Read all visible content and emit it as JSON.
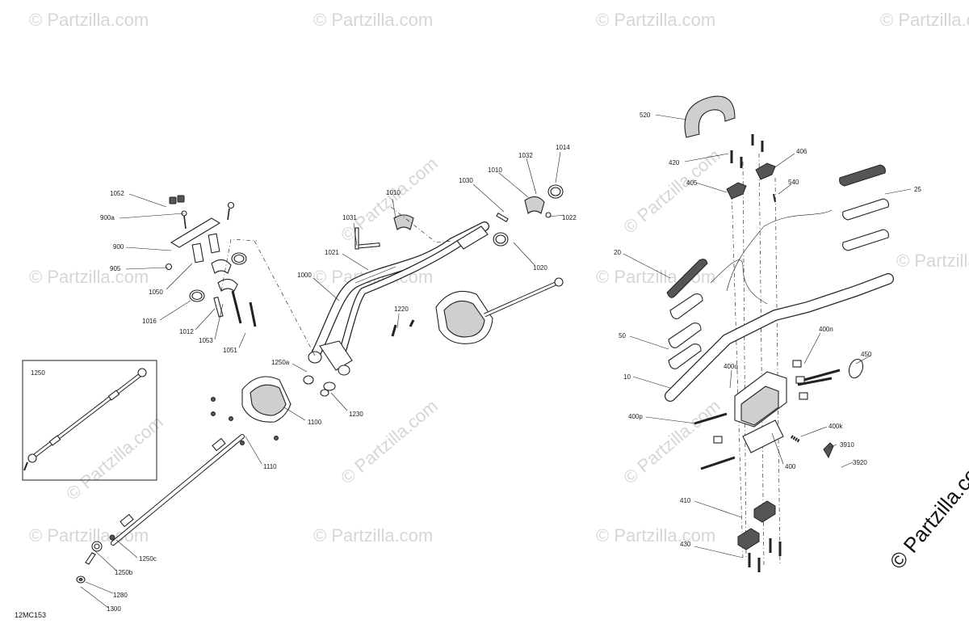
{
  "watermark": {
    "text": "© Partzilla.com",
    "corner_text": "© Partzilla.com"
  },
  "diagram_code": "12MC153",
  "inset_label": "1250",
  "callouts": [
    {
      "id": "1052",
      "label": "1052"
    },
    {
      "id": "900a",
      "label": "900a"
    },
    {
      "id": "900",
      "label": "900"
    },
    {
      "id": "905",
      "label": "905"
    },
    {
      "id": "1050",
      "label": "1050"
    },
    {
      "id": "1016",
      "label": "1016"
    },
    {
      "id": "1012",
      "label": "1012"
    },
    {
      "id": "1053",
      "label": "1053"
    },
    {
      "id": "1051",
      "label": "1051"
    },
    {
      "id": "1000",
      "label": "1000"
    },
    {
      "id": "1031",
      "label": "1031"
    },
    {
      "id": "1021",
      "label": "1021"
    },
    {
      "id": "1010a",
      "label": "1010"
    },
    {
      "id": "1030",
      "label": "1030"
    },
    {
      "id": "1010b",
      "label": "1010"
    },
    {
      "id": "1032",
      "label": "1032"
    },
    {
      "id": "1014",
      "label": "1014"
    },
    {
      "id": "1022",
      "label": "1022"
    },
    {
      "id": "1020",
      "label": "1020"
    },
    {
      "id": "1220",
      "label": "1220"
    },
    {
      "id": "1250a",
      "label": "1250a"
    },
    {
      "id": "1230",
      "label": "1230"
    },
    {
      "id": "1100",
      "label": "1100"
    },
    {
      "id": "1110",
      "label": "1110"
    },
    {
      "id": "1250c",
      "label": "1250c"
    },
    {
      "id": "1250b",
      "label": "1250b"
    },
    {
      "id": "1280",
      "label": "1280"
    },
    {
      "id": "1300",
      "label": "1300"
    },
    {
      "id": "520",
      "label": "520"
    },
    {
      "id": "420",
      "label": "420"
    },
    {
      "id": "406",
      "label": "406"
    },
    {
      "id": "405",
      "label": "405"
    },
    {
      "id": "540",
      "label": "540"
    },
    {
      "id": "25",
      "label": "25"
    },
    {
      "id": "20",
      "label": "20"
    },
    {
      "id": "50",
      "label": "50"
    },
    {
      "id": "10",
      "label": "10"
    },
    {
      "id": "400n",
      "label": "400n"
    },
    {
      "id": "450",
      "label": "450"
    },
    {
      "id": "400q",
      "label": "400q"
    },
    {
      "id": "400p",
      "label": "400p"
    },
    {
      "id": "400k",
      "label": "400k"
    },
    {
      "id": "3910",
      "label": "3910"
    },
    {
      "id": "3920",
      "label": "3920"
    },
    {
      "id": "400",
      "label": "400"
    },
    {
      "id": "410",
      "label": "410"
    },
    {
      "id": "430",
      "label": "430"
    }
  ]
}
